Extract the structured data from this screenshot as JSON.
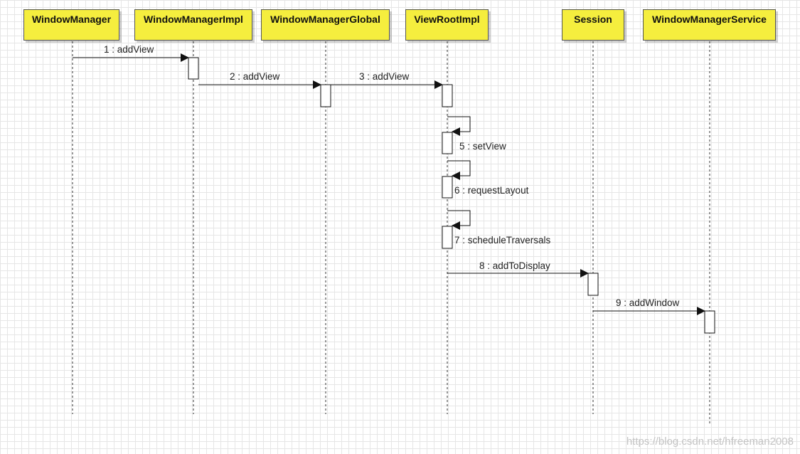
{
  "participants": [
    {
      "name": "WindowManager"
    },
    {
      "name": "WindowManagerImpl"
    },
    {
      "name": "WindowManagerGlobal"
    },
    {
      "name": "ViewRootImpl"
    },
    {
      "name": "Session"
    },
    {
      "name": "WindowManagerService"
    }
  ],
  "messages": [
    {
      "from": 0,
      "to": 1,
      "label": "1 : addView"
    },
    {
      "from": 1,
      "to": 2,
      "label": "2 : addView"
    },
    {
      "from": 2,
      "to": 3,
      "label": "3 : addView"
    },
    {
      "from": 3,
      "to": 3,
      "label": "5 : setView",
      "self": true
    },
    {
      "from": 3,
      "to": 3,
      "label": "6 : requestLayout",
      "self": true
    },
    {
      "from": 3,
      "to": 3,
      "label": "7 : scheduleTraversals",
      "self": true
    },
    {
      "from": 3,
      "to": 4,
      "label": "8 : addToDisplay"
    },
    {
      "from": 4,
      "to": 5,
      "label": "9 : addWindow"
    }
  ],
  "watermark": "https://blog.csdn.net/hfreeman2008",
  "colors": {
    "participant_fill": "#f5ee3e",
    "participant_border": "#555555",
    "line": "#222222",
    "grid": "#e6e6e6"
  }
}
